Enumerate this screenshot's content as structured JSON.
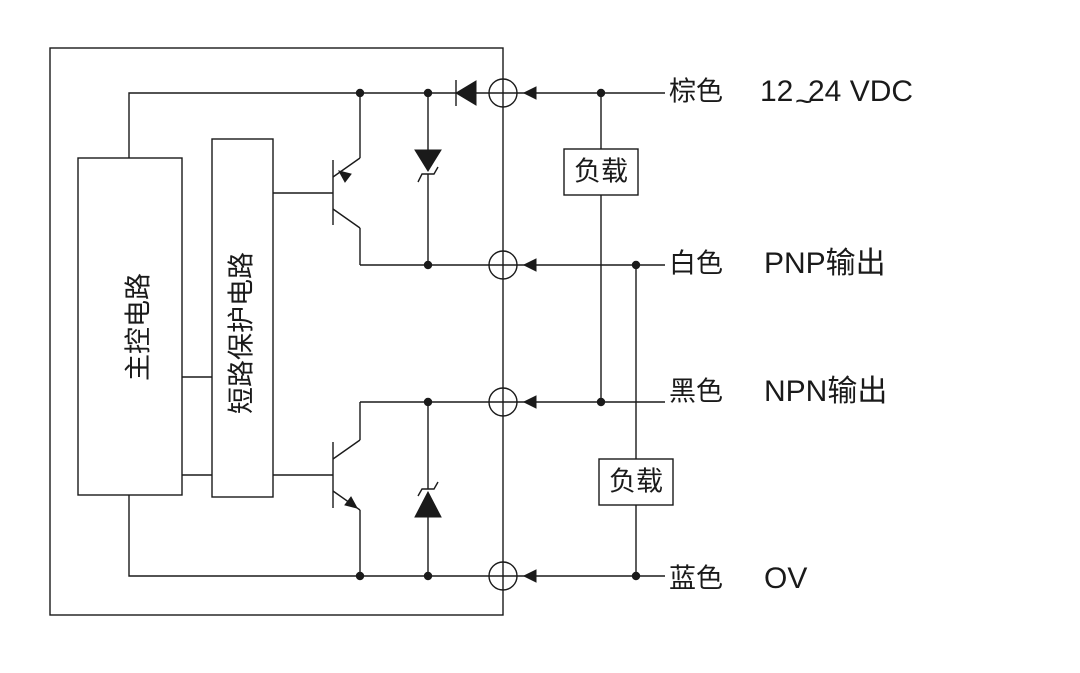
{
  "blocks": {
    "main_control": "主控电路",
    "short_protection": "短路保护电路"
  },
  "loads": {
    "load_top": "负载",
    "load_bottom": "负载"
  },
  "wires": [
    {
      "color_label": "棕色",
      "function": "12~24 VDC"
    },
    {
      "color_label": "白色",
      "function": "PNP输出"
    },
    {
      "color_label": "黑色",
      "function": "NPN输出"
    },
    {
      "color_label": "蓝色",
      "function": "OV"
    }
  ],
  "voltage_parts": {
    "low": "12",
    "tilde": "~",
    "high": "24 VDC"
  }
}
